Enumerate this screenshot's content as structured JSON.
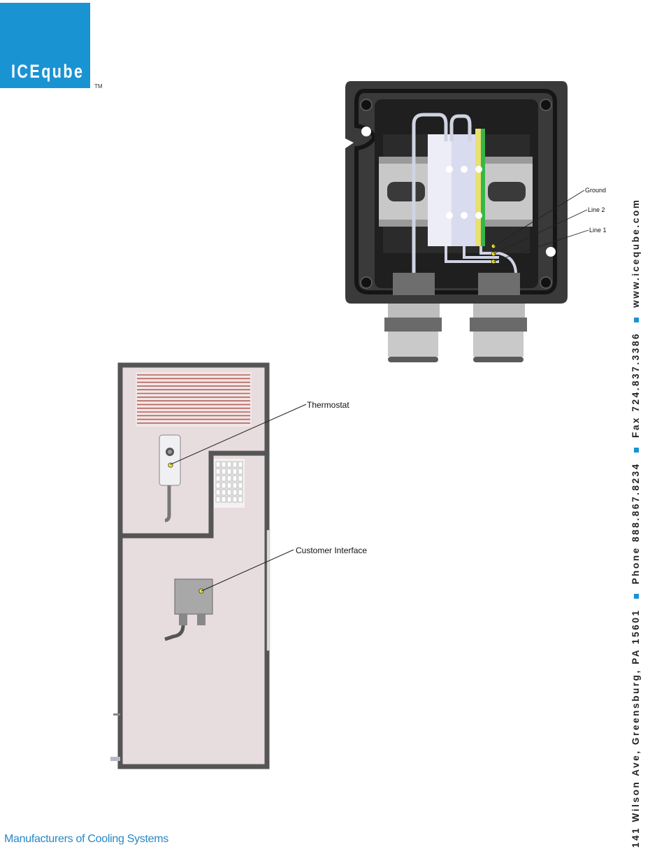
{
  "logo": {
    "text": "ICEqube",
    "trademark": "TM"
  },
  "tagline": "Manufacturers of Cooling Systems",
  "contact": {
    "address": "141 Wilson Ave, Greensburg, PA 15601",
    "phone": "Phone 888.867.8234",
    "fax": "Fax 724.837.3386",
    "web": "www.iceqube.com"
  },
  "junction_box": {
    "labels": {
      "ground": "Ground",
      "line2": "Line 2",
      "line1": "Line 1"
    }
  },
  "unit": {
    "labels": {
      "thermostat": "Thermostat",
      "customer_interface": "Customer Interface"
    }
  },
  "colors": {
    "brand_blue": "#1a93d3",
    "callout_dot": "#f2e832"
  }
}
